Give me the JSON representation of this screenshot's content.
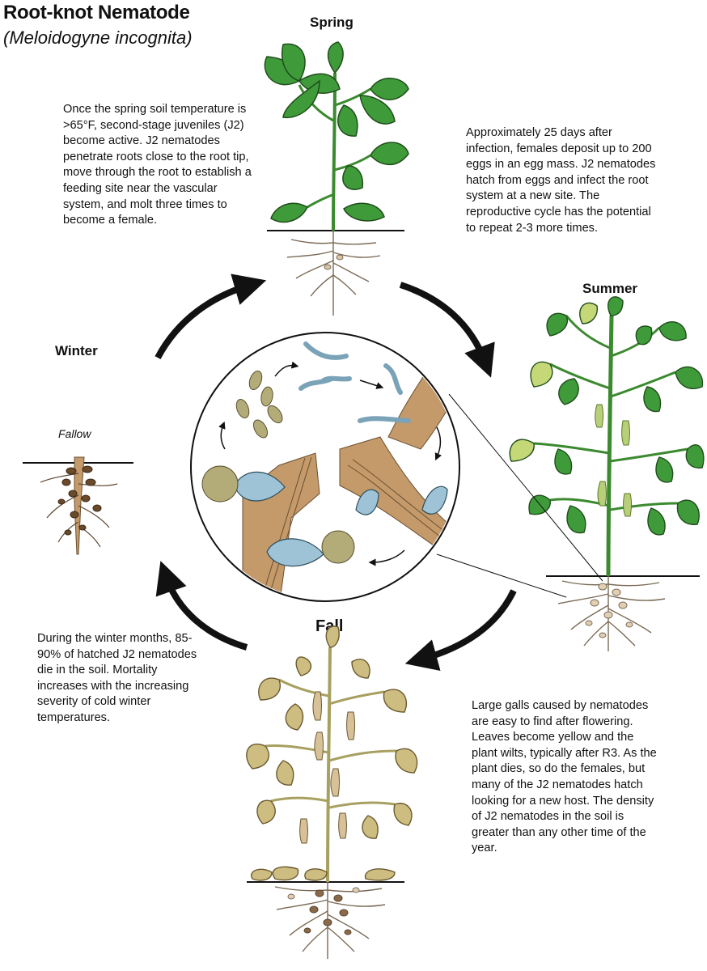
{
  "header": {
    "title": "Root-knot Nematode",
    "subtitle": "(Meloidogyne incognita)"
  },
  "seasons": {
    "spring": "Spring",
    "summer": "Summer",
    "fall": "Fall",
    "winter": "Winter",
    "fallow": "Fallow"
  },
  "descriptions": {
    "spring": "Once the spring soil temperature is >65°F, second-stage juveniles (J2) become active. J2 nematodes penetrate roots close to the root tip, move through the root to establish a feeding site near the vascular system, and molt three times to become a female.",
    "summer": "Approximately 25 days after infection, females deposit up to 200 eggs in an egg mass. J2 nematodes hatch from eggs and infect the root system at a new site. The reproductive cycle has the potential to repeat 2-3 more times.",
    "fall": "Large galls caused by nematodes are easy to find after flowering. Leaves become yellow and the plant wilts, typically after R3. As the plant dies, so do the females, but many of the J2 nematodes hatch looking for a new host. The density of J2 nematodes in the soil is greater than any other time of the year.",
    "winter": "During the winter months, 85-90% of hatched J2 nematodes die in the soil. Mortality increases with the increasing severity of cold winter temperatures."
  },
  "colors": {
    "spring_leaf": "#3f9b3a",
    "summer_leaf": "#4da33c",
    "summer_leaf_light": "#c4d878",
    "fall_leaf": "#cdbd80",
    "root_tan": "#c49a6a",
    "nematode_blue": "#9fc3d6",
    "egg_olive": "#b3ab78",
    "arrow": "#111111"
  }
}
